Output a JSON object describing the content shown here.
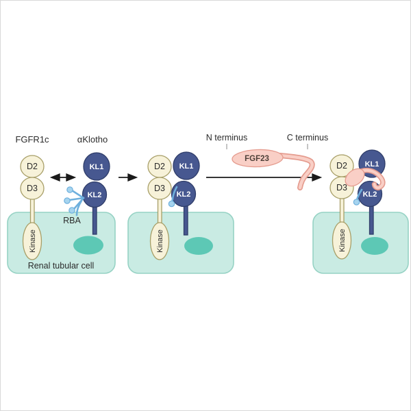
{
  "panel_left": {
    "fgfr1c_label": "FGFR1c",
    "klotho_label": "αKlotho",
    "d2_label": "D2",
    "d3_label": "D3",
    "kinase_label": "Kinase",
    "kl1_label": "KL1",
    "kl2_label": "KL2",
    "rba_label": "RBA",
    "cell_label": "Renal tubular cell"
  },
  "panel_middle": {
    "d2_label": "D2",
    "d3_label": "D3",
    "kinase_label": "Kinase",
    "kl1_label": "KL1",
    "kl2_label": "KL2"
  },
  "fgf23": {
    "n_terminus_label": "N terminus",
    "c_terminus_label": "C terminus",
    "molecule_label": "FGF23"
  },
  "panel_right": {
    "d2_label": "D2",
    "d3_label": "D3",
    "kinase_label": "Kinase",
    "kl1_label": "KL1",
    "kl2_label": "KL2"
  },
  "colors": {
    "domain_cream_fill": "#f7f2d9",
    "domain_cream_stroke": "#a79e67",
    "domain_blue_fill": "#475890",
    "domain_blue_stroke": "#2f3d69",
    "rba_blue_fill": "#a6d4ef",
    "rba_blue_stroke": "#6fb0dd",
    "cell_fill": "#c9ebe3",
    "cell_stroke": "#96d2c4",
    "nucleus_fill": "#5dc8b5",
    "fgf23_fill": "#f9cfc6",
    "fgf23_stroke": "#e59c8f",
    "arrow_color": "#1a1a1a",
    "text_color": "#2b2b2b"
  }
}
